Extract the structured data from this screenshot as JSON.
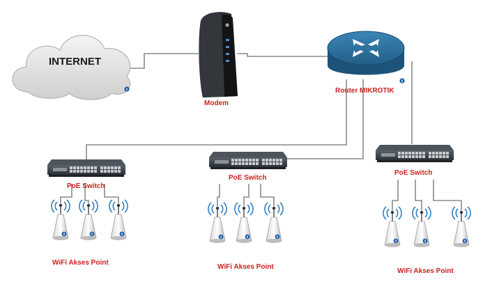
{
  "nodes": {
    "internet": {
      "label": "INTERNET"
    },
    "modem": {
      "label": "Modem"
    },
    "router": {
      "label": "Router MIKROTIK"
    },
    "switches": [
      {
        "label": "PoE Switch"
      },
      {
        "label": "PoE Switch"
      },
      {
        "label": "PoE Switch"
      }
    ],
    "ap_groups": [
      {
        "label": "WiFi Akses Point"
      },
      {
        "label": "WiFi Akses Point"
      },
      {
        "label": "WiFi Akses Point"
      }
    ]
  },
  "colors": {
    "label_red": "#cc1f1f",
    "router_blue": "#2a6e9a",
    "cable_gray": "#8a8a8a",
    "info_badge": "#1f5fa8"
  },
  "icons": [
    "cloud-icon",
    "modem-icon",
    "router-icon",
    "poe-switch-icon",
    "wifi-access-point-icon",
    "info-badge-icon"
  ]
}
